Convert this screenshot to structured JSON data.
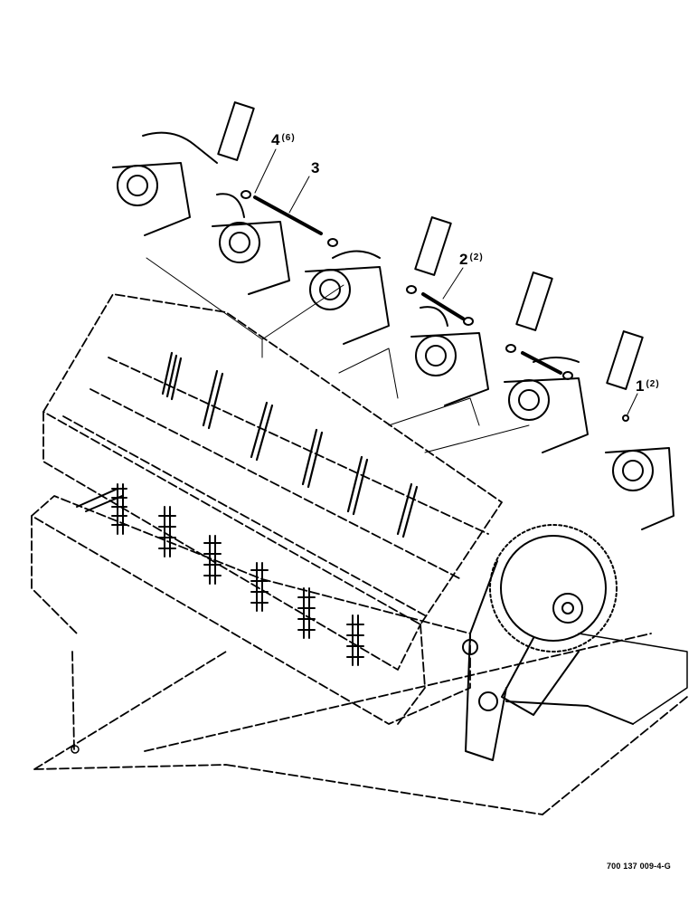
{
  "callouts": [
    {
      "number": "4",
      "qty": "(6)"
    },
    {
      "number": "3",
      "qty": ""
    },
    {
      "number": "2",
      "qty": "(2)"
    },
    {
      "number": "1",
      "qty": "(2)"
    }
  ],
  "figure_id": "700 137 009-4-G"
}
